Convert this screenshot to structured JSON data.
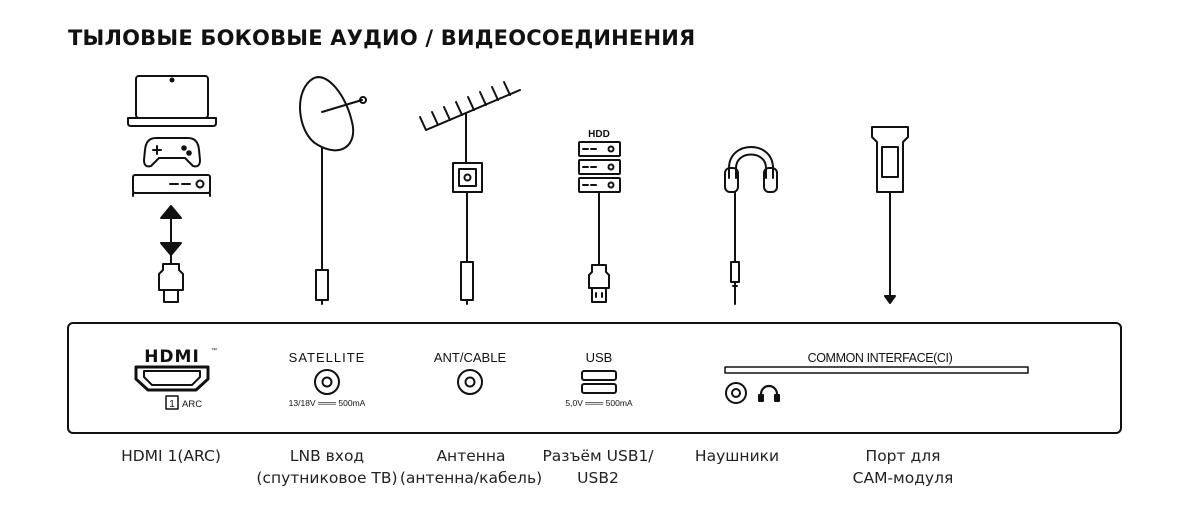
{
  "title": "ТЫЛОВЫЕ БОКОВЫЕ АУДИО / ВИДЕОСОЕДИНЕНИЯ",
  "devices": {
    "hdd_label": "HDD"
  },
  "panel": {
    "hdmi_logo": "HDMI",
    "hdmi_tm": "™",
    "hdmi_port_number": "1",
    "hdmi_arc": "ARC",
    "satellite_label": "SATELLITE",
    "satellite_spec": "13/18V ═══ 500mA",
    "ant_label": "ANT/CABLE",
    "usb_label": "USB",
    "usb_spec": "5,0V ═══ 500mA",
    "ci_label": "COMMON INTERFACE(CI)"
  },
  "captions": [
    {
      "id": "hdmi",
      "lines": [
        "HDMI 1(ARC)"
      ]
    },
    {
      "id": "lnb",
      "lines": [
        "LNB вход",
        "(спутниковое ТВ)"
      ]
    },
    {
      "id": "antenna",
      "lines": [
        "Антенна",
        "(антенна/кабель)"
      ]
    },
    {
      "id": "usb",
      "lines": [
        "Разъём USB1/",
        "USB2"
      ]
    },
    {
      "id": "headphones",
      "lines": [
        "Наушники"
      ]
    },
    {
      "id": "cam",
      "lines": [
        "Порт для",
        "CAM-модуля"
      ]
    }
  ]
}
